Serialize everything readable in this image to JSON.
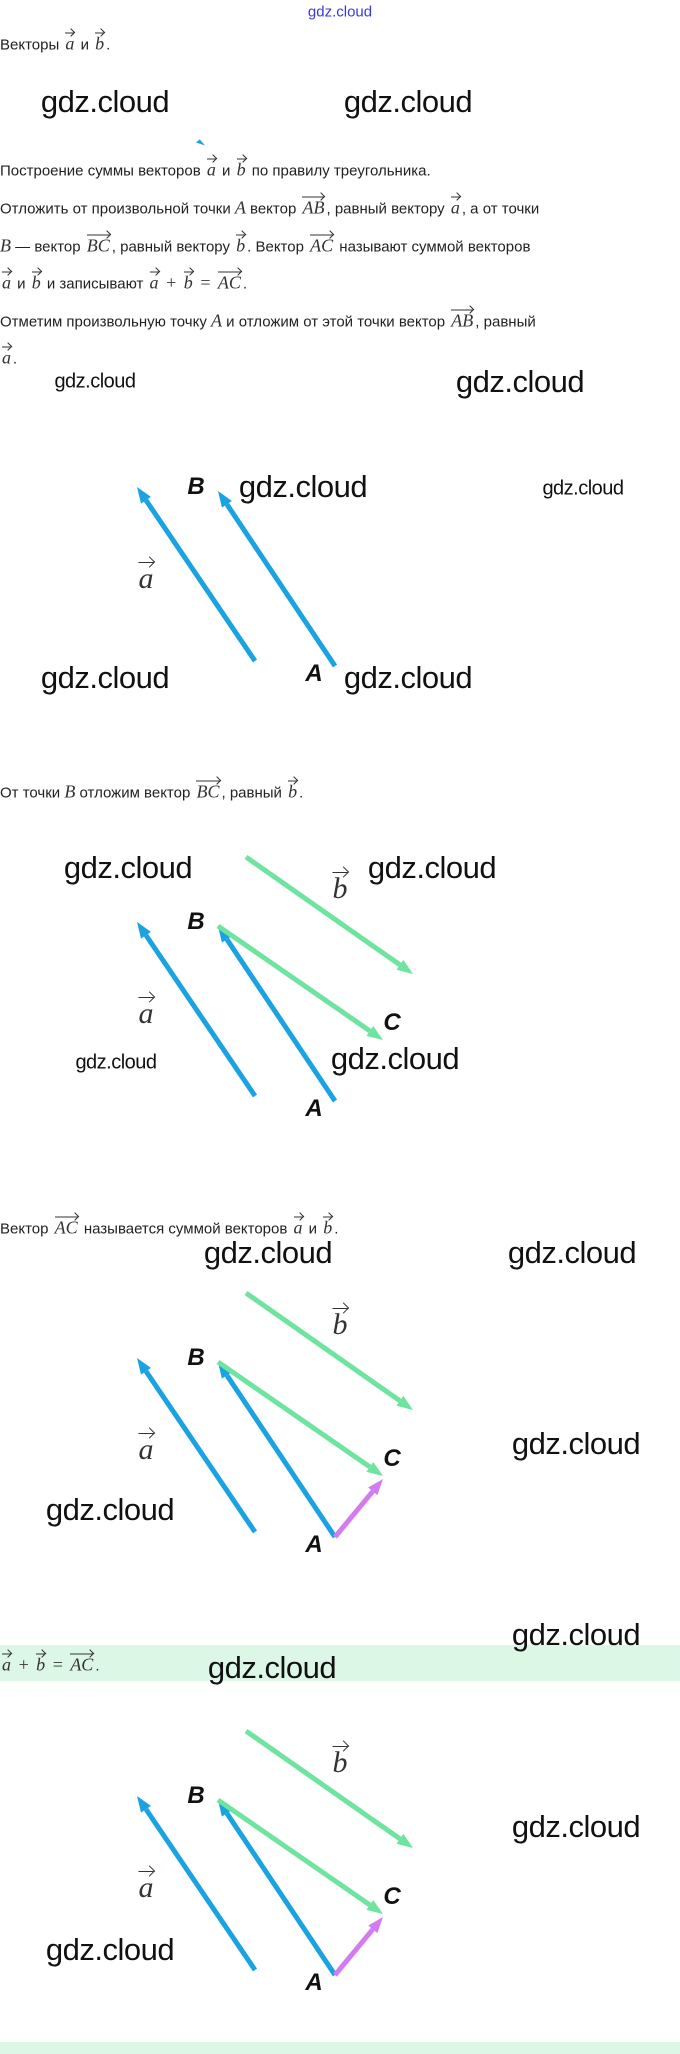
{
  "header": {
    "watermark": "gdz.cloud"
  },
  "watermark_text": "gdz.cloud",
  "paragraphs": {
    "vectors": [
      {
        "t": "Векторы "
      },
      {
        "v": "a"
      },
      {
        "t": " и "
      },
      {
        "v": "b"
      },
      {
        "t": "."
      }
    ],
    "construction_title": [
      {
        "t": "Построение суммы векторов "
      },
      {
        "v": "a"
      },
      {
        "t": " и "
      },
      {
        "v": "b"
      },
      {
        "t": " по правилу треугольника."
      }
    ],
    "rule_line1": [
      {
        "t": "Отложить от произвольной точки "
      },
      {
        "m": "A"
      },
      {
        "t": " вектор "
      },
      {
        "v": "AB"
      },
      {
        "t": ", равный вектору "
      },
      {
        "v": "a"
      },
      {
        "t": ", а от точки"
      }
    ],
    "rule_line2": [
      {
        "m": "B"
      },
      {
        "t": " — вектор "
      },
      {
        "v": "BC"
      },
      {
        "t": ", равный вектору "
      },
      {
        "v": "b"
      },
      {
        "t": ". Вектор "
      },
      {
        "v": "AC"
      },
      {
        "t": " называют суммой векторов"
      }
    ],
    "rule_line3": [
      {
        "v": "a"
      },
      {
        "t": " и "
      },
      {
        "v": "b"
      },
      {
        "t": " и записывают "
      },
      {
        "v": "a"
      },
      {
        "m": " + "
      },
      {
        "v": "b"
      },
      {
        "m": " = "
      },
      {
        "v": "AC"
      },
      {
        "t": "."
      }
    ],
    "step1_line1": [
      {
        "t": "Отметим произвольную точку "
      },
      {
        "m": "A"
      },
      {
        "t": " и отложим от этой точки вектор "
      },
      {
        "v": "AB"
      },
      {
        "t": ", равный"
      }
    ],
    "step1_line2": [
      {
        "v": "a"
      },
      {
        "t": "."
      }
    ],
    "step2": [
      {
        "t": "От точки "
      },
      {
        "m": "B"
      },
      {
        "t": " отложим вектор "
      },
      {
        "v": "BC"
      },
      {
        "t": ", равный "
      },
      {
        "v": "b"
      },
      {
        "t": "."
      }
    ],
    "step3": [
      {
        "t": "Вектор "
      },
      {
        "v": "AC"
      },
      {
        "t": " называется суммой векторов "
      },
      {
        "v": "a"
      },
      {
        "t": " и "
      },
      {
        "v": "b"
      },
      {
        "t": "."
      }
    ],
    "result": [
      {
        "v": "a"
      },
      {
        "m": " + "
      },
      {
        "v": "b"
      },
      {
        "m": " = "
      },
      {
        "v": "AC"
      },
      {
        "t": "."
      }
    ]
  },
  "figure": {
    "point_A": "A",
    "point_B": "B",
    "point_C": "C",
    "vector_a": "a",
    "vector_b": "b"
  },
  "colors": {
    "vector_a": "#1aa3e0",
    "vector_b": "#6fe3a0",
    "vector_ac": "#d37cf0",
    "highlight": "#dcf7e6"
  }
}
